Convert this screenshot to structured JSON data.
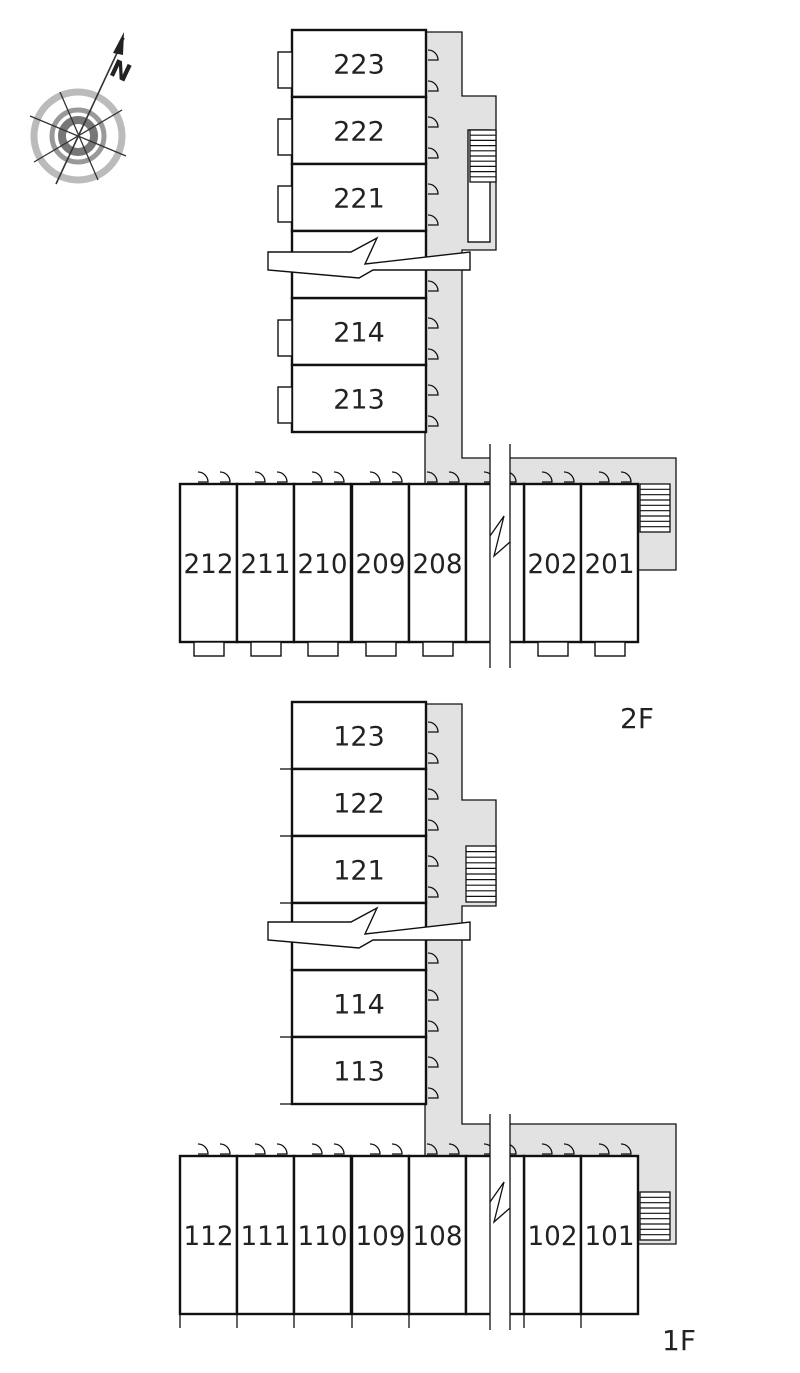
{
  "compass": {
    "letter": "N"
  },
  "floors": [
    {
      "key": "2F",
      "label": "2F",
      "wing_rooms": [
        "223",
        "222",
        "221",
        "214",
        "213"
      ],
      "bottom_rooms": [
        "212",
        "211",
        "210",
        "209",
        "208",
        "202",
        "201"
      ]
    },
    {
      "key": "1F",
      "label": "1F",
      "wing_rooms": [
        "123",
        "122",
        "121",
        "114",
        "113"
      ],
      "bottom_rooms": [
        "112",
        "111",
        "110",
        "109",
        "108",
        "102",
        "101"
      ]
    }
  ]
}
